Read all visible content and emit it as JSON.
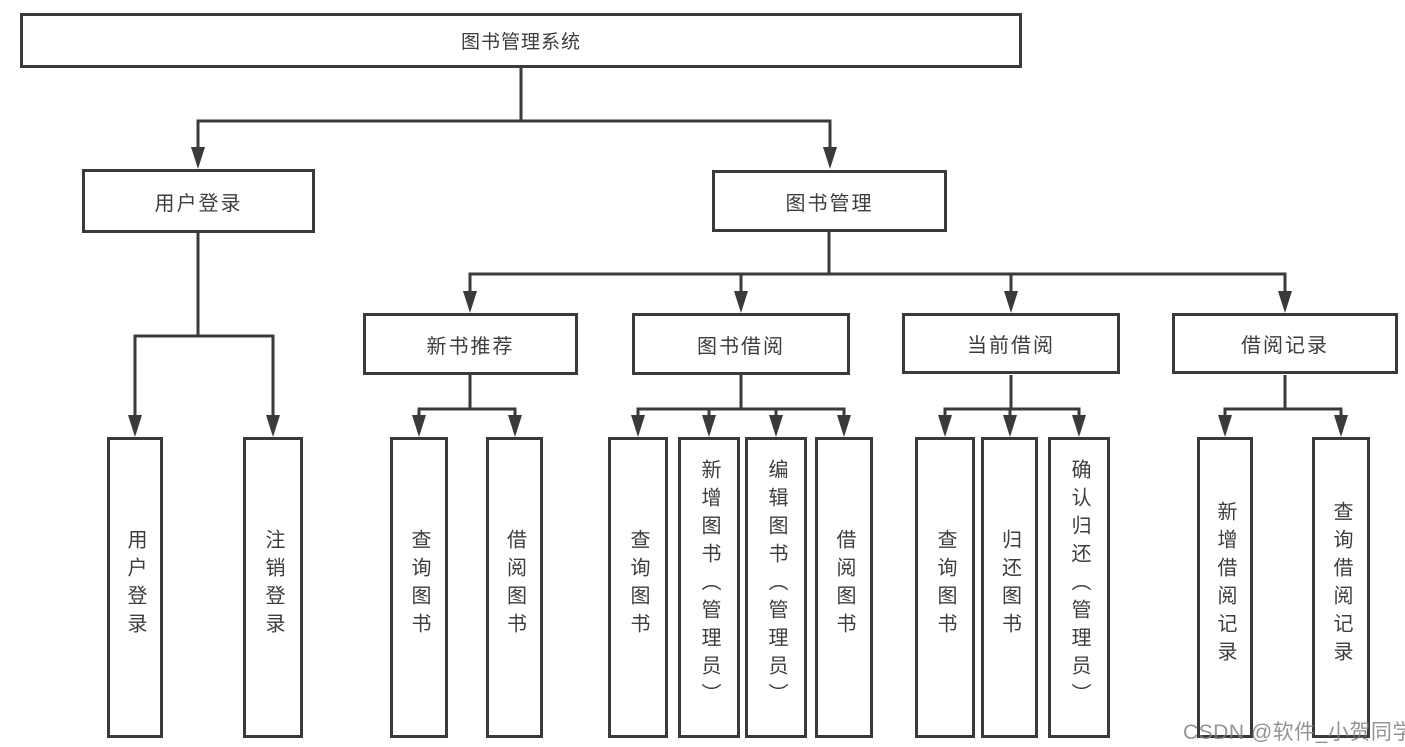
{
  "tree": {
    "label": "图书管理系统",
    "children": [
      {
        "label": "用户登录",
        "children": [
          {
            "label": "用户登录"
          },
          {
            "label": "注销登录"
          }
        ]
      },
      {
        "label": "图书管理",
        "children": [
          {
            "label": "新书推荐",
            "children": [
              {
                "label": "查询图书"
              },
              {
                "label": "借阅图书"
              }
            ]
          },
          {
            "label": "图书借阅",
            "children": [
              {
                "label": "查询图书"
              },
              {
                "label": "新增图书（管理员）"
              },
              {
                "label": "编辑图书（管理员）"
              },
              {
                "label": "借阅图书"
              }
            ]
          },
          {
            "label": "当前借阅",
            "children": [
              {
                "label": "查询图书"
              },
              {
                "label": "归还图书"
              },
              {
                "label": "确认归还（管理员）"
              }
            ]
          },
          {
            "label": "借阅记录",
            "children": [
              {
                "label": "新增借阅记录"
              },
              {
                "label": "查询借阅记录"
              }
            ]
          }
        ]
      }
    ]
  },
  "watermark": {
    "text": "CSDN @软件_小贺同学"
  },
  "colors": {
    "line": "#3a3a3a",
    "text": "#3d3d3d",
    "watermark": "#7d8288",
    "background": "#ffffff"
  }
}
